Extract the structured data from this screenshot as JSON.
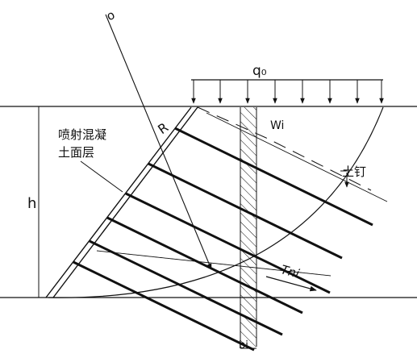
{
  "labels": {
    "load": "q₀",
    "slice_weight": "Wi",
    "facing_line1": "喷射混凝",
    "facing_line2": "土面层",
    "nail": "土钉",
    "height": "h",
    "radius": "R",
    "center": "o",
    "nail_force": "Tni",
    "slice_width": "bi"
  },
  "counts": {
    "soil_nails": 6,
    "load_arrows": 8
  },
  "colors": {
    "ink": "#111111",
    "background": "#ffffff"
  }
}
